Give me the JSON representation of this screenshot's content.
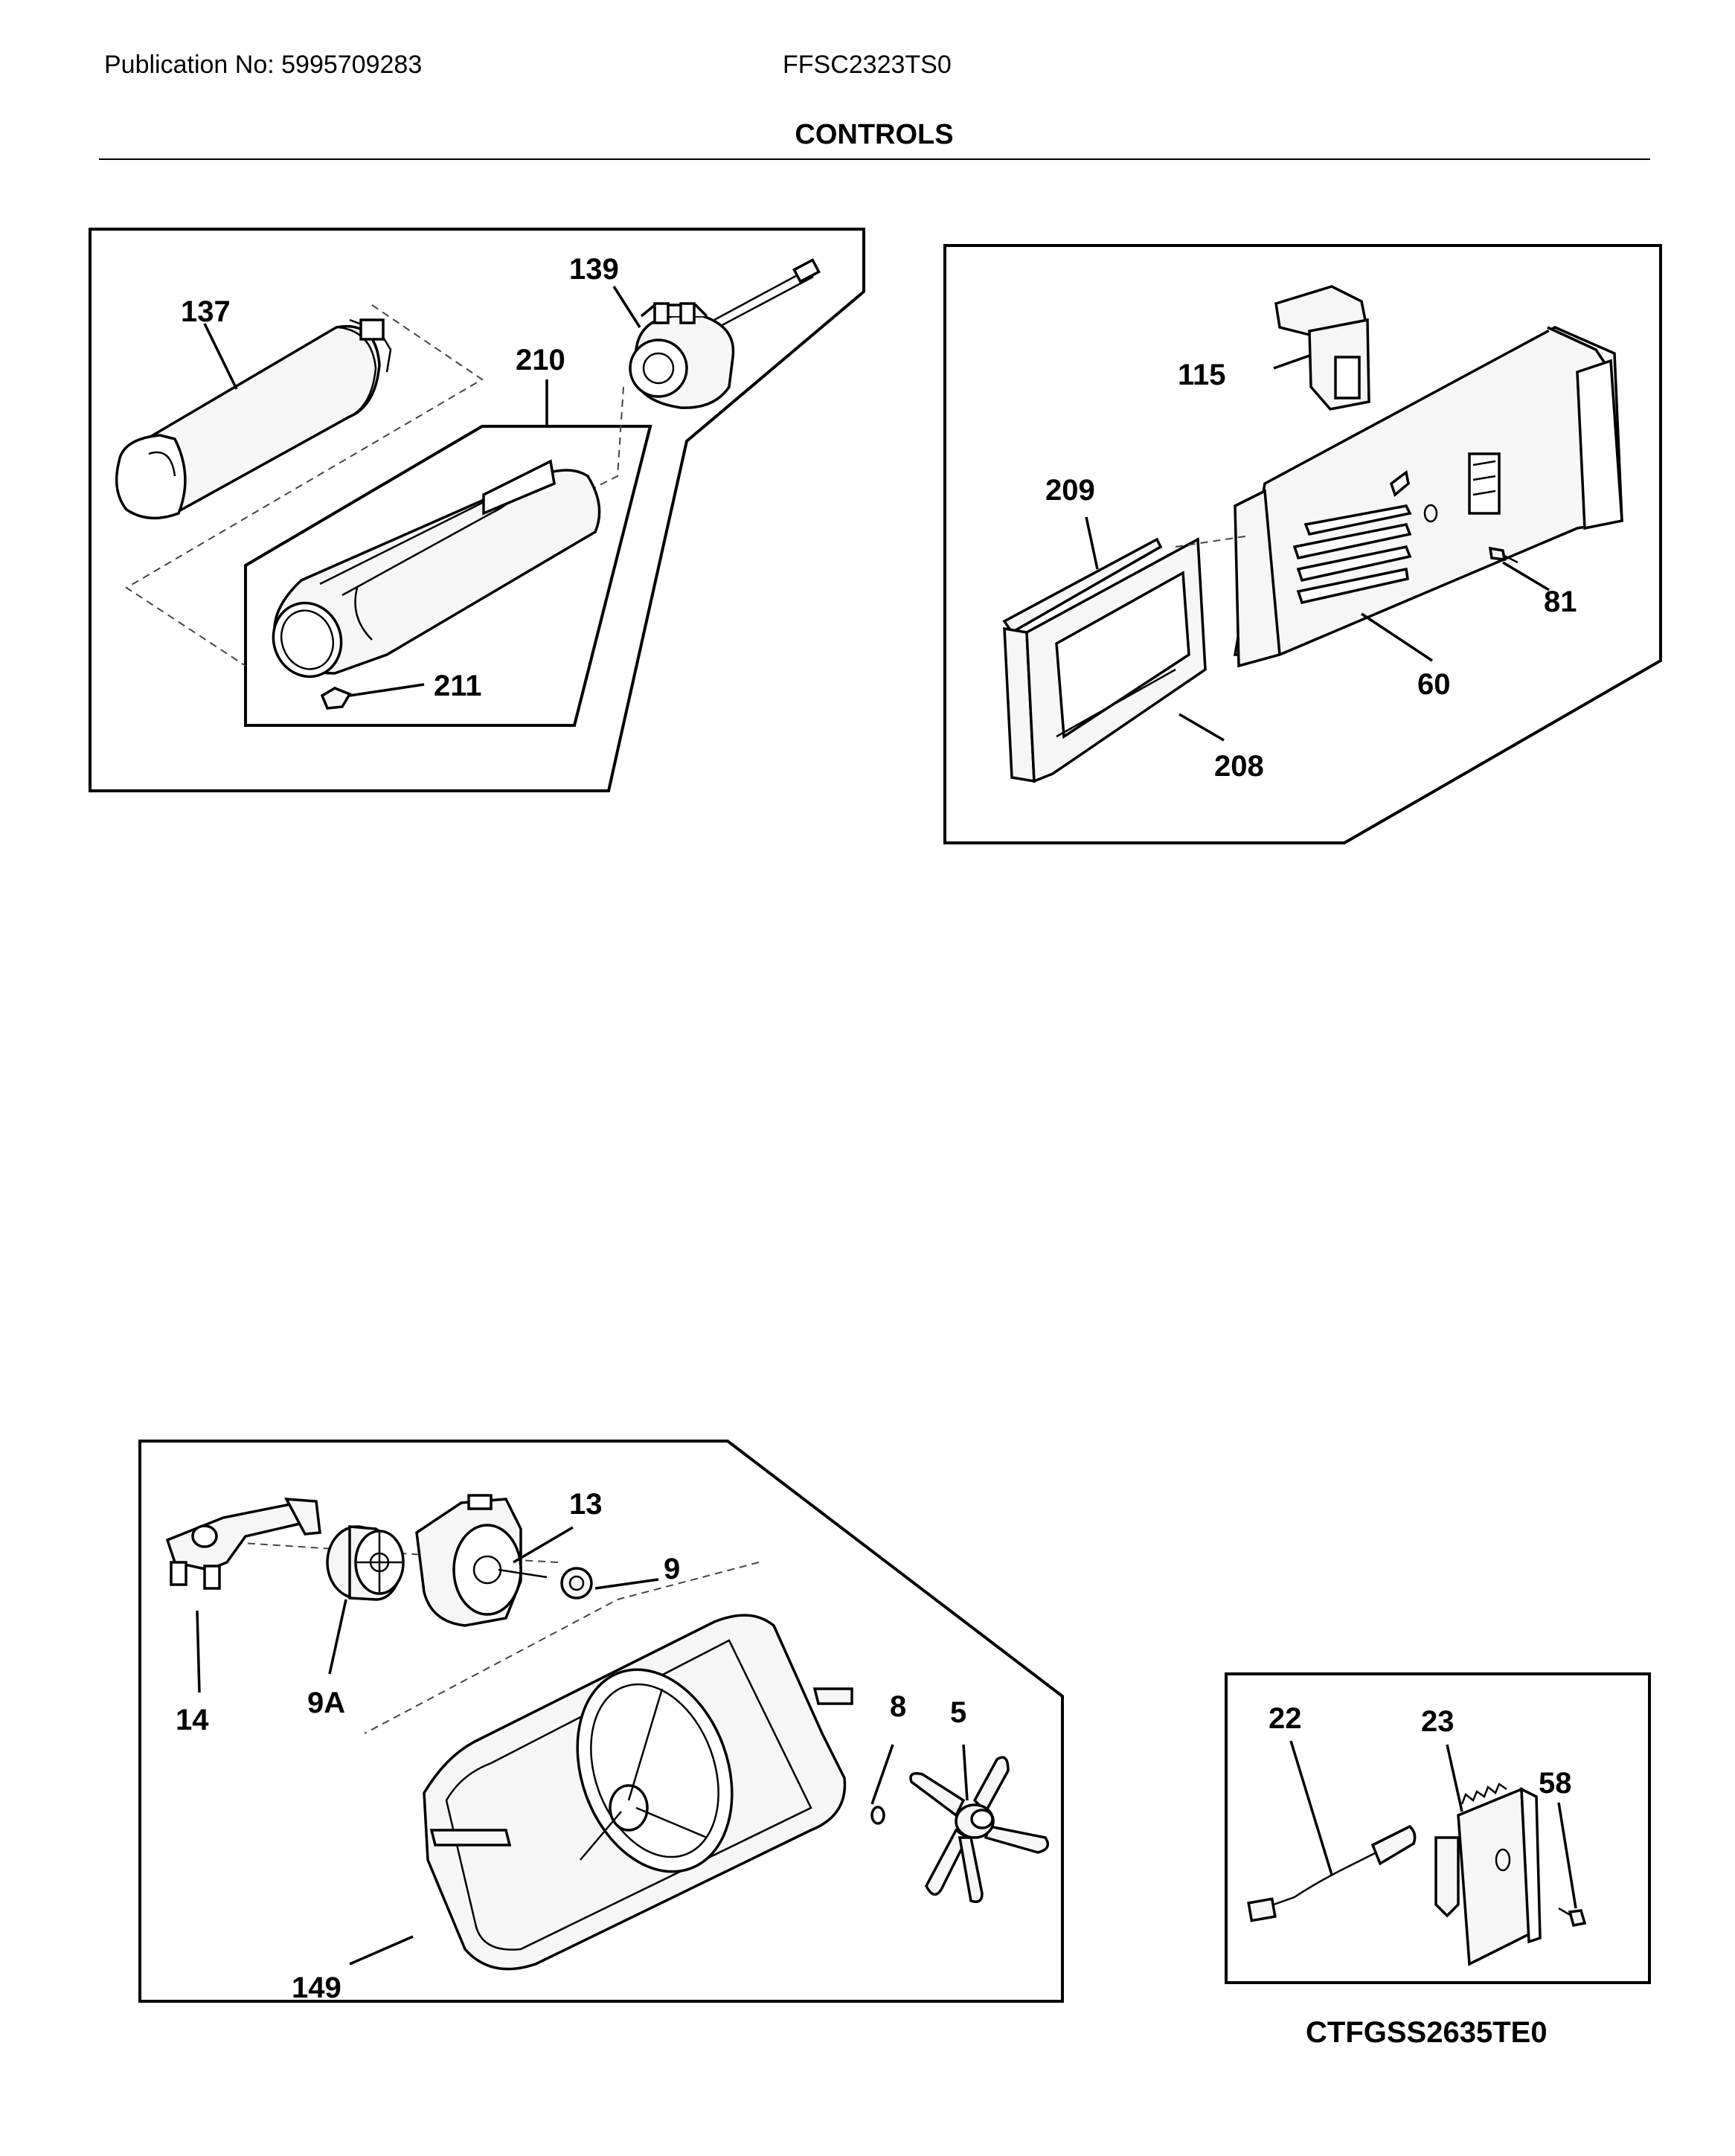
{
  "header": {
    "publication": "Publication No: 5995709283",
    "model": "FFSC2323TS0",
    "section_title": "CONTROLS"
  },
  "footer": {
    "diagram_code": "CTFGSS2635TE0"
  },
  "callouts": {
    "p137": "137",
    "p139": "139",
    "p210": "210",
    "p211": "211",
    "p115": "115",
    "p209": "209",
    "p81": "81",
    "p60": "60",
    "p208": "208",
    "p13": "13",
    "p9": "9",
    "p14": "14",
    "p9a": "9A",
    "p8": "8",
    "p5": "5",
    "p149": "149",
    "p22": "22",
    "p23": "23",
    "p58": "58"
  }
}
